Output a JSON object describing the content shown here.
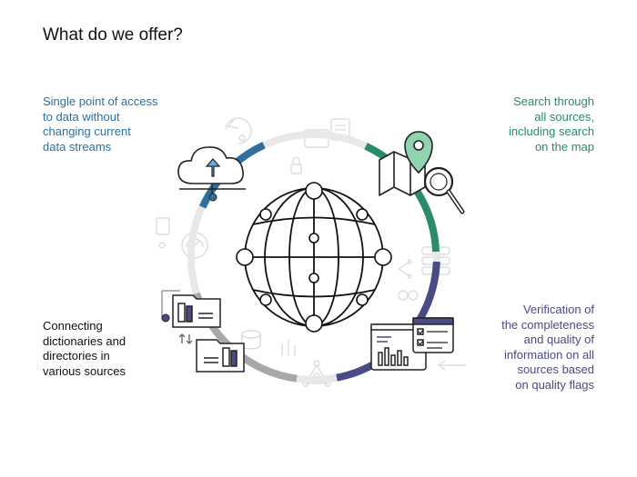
{
  "page": {
    "title": "What do we offer?"
  },
  "features": {
    "access": [
      "Single point of access",
      "to data without",
      "changing current",
      "data streams"
    ],
    "search": [
      "Search through",
      "all sources,",
      "including search",
      "on the map"
    ],
    "verification": [
      "Verification of",
      "the completeness",
      "and quality of",
      "information on all",
      "sources based",
      "on quality flags"
    ],
    "connecting": [
      "Connecting",
      "dictionaries and",
      "directories in",
      "various sources"
    ]
  },
  "icons": {
    "center": "globe-network-icon",
    "access": "cloud-upload-icon",
    "search": "map-pin-search-icon",
    "verification": "dashboard-checklist-icon",
    "connecting": "folder-documents-icon"
  },
  "colors": {
    "access": "#2e6f9e",
    "search": "#2a8a69",
    "verification": "#4a4a86",
    "connecting": "#9a9a9a",
    "pin": "#8fd3b0",
    "ring_base": "#e8e8e8"
  }
}
